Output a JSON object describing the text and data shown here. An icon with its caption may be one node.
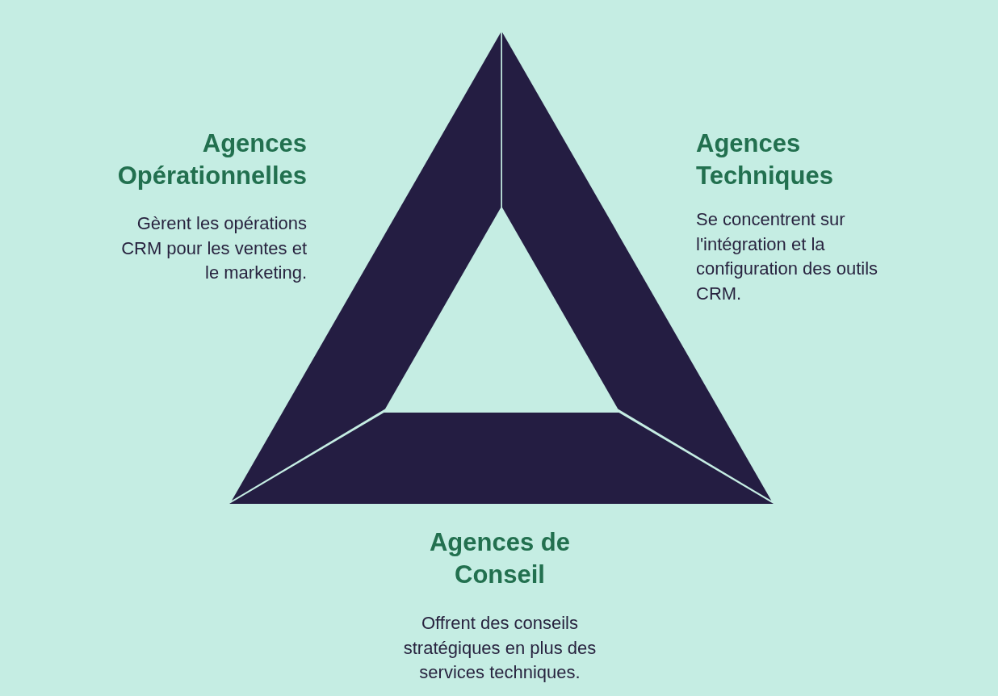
{
  "diagram": {
    "nodes": [
      {
        "text": [],
        "shape": "trapezoid",
        "beside": [
          "Agences Opérationnelles",
          "Gèrent les opérations CRM pour les ventes et le marketing."
        ]
      },
      {
        "text": [],
        "shape": "trapezoid",
        "beside": [
          "Agences Techniques",
          "Se concentrent sur l'intégration et la configuration des outils CRM."
        ]
      },
      {
        "text": [],
        "shape": "trapezoid",
        "beside": [
          "Agences de Conseil",
          "Offrent des conseils stratégiques en plus des services techniques."
        ]
      }
    ]
  }
}
